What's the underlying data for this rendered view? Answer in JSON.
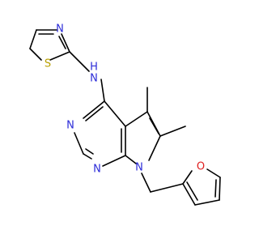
{
  "molecule": {
    "atoms": {
      "thiazole_S": {
        "symbol": "S",
        "color": "#b8a000"
      },
      "thiazole_N": {
        "symbol": "N",
        "color": "#2c2cd8"
      },
      "amine_N": {
        "symbol": "N",
        "color": "#2c2cd8"
      },
      "amine_H": {
        "symbol": "H",
        "color": "#2c2cd8"
      },
      "pyrimidine_N3": {
        "symbol": "N",
        "color": "#2c2cd8"
      },
      "pyrimidine_N1": {
        "symbol": "N",
        "color": "#2c2cd8"
      },
      "pyrrole_N7": {
        "symbol": "N",
        "color": "#2c2cd8"
      },
      "furan_O": {
        "symbol": "O",
        "color": "#e02020"
      }
    }
  }
}
